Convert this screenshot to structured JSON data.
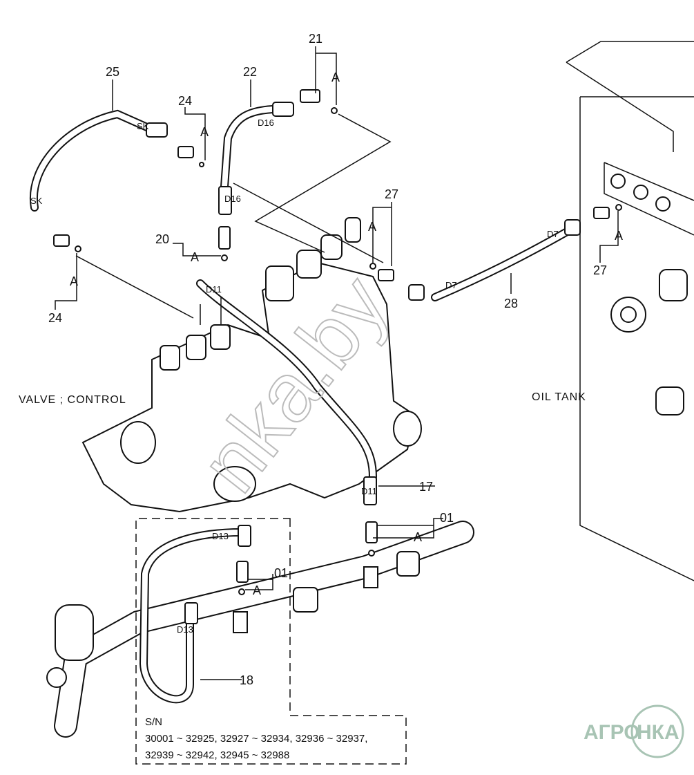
{
  "labels": {
    "p25": "25",
    "p24a": "24",
    "p24b": "24",
    "p22": "22",
    "p21": "21",
    "p20": "20",
    "p27a": "27",
    "p27b": "27",
    "p28": "28",
    "p17": "17",
    "p01a": "01",
    "p01b": "01",
    "p18": "18",
    "a": "A",
    "sk": "SK",
    "d16": "D16",
    "d11": "D11",
    "d7": "D7",
    "d13": "D13"
  },
  "captions": {
    "valve": "VALVE ; CONTROL",
    "tank": "OIL TANK"
  },
  "serial": {
    "title": "S/N",
    "line1": "30001 ~ 32925, 32927 ~ 32934, 32936 ~ 32937,",
    "line2": "32939 ~ 32942, 32945 ~ 32988"
  },
  "watermark": "nka.by",
  "logo": {
    "left": "АГРО",
    "right": "НКА",
    "color": "#a8c4b4"
  }
}
